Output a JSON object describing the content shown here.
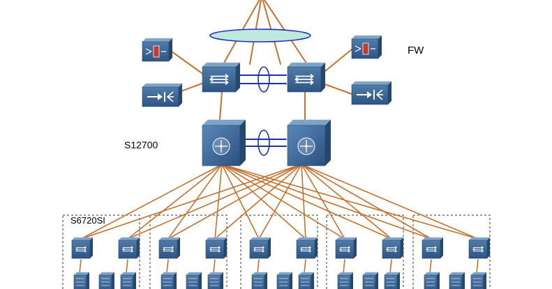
{
  "labels": {
    "firewall": "FW",
    "core": "S12700",
    "access": "S6720SI"
  },
  "colors": {
    "uplink": "#c8702a",
    "stack_link": "#1f2fb5",
    "bundle_fill": "#bfe8df",
    "device_front": "#3d6a9a",
    "device_top": "#7ea3c8",
    "device_side": "#27486d",
    "firewall_red": "#c23b2a"
  },
  "icons": {
    "aggregation_switch": "switch-arrows-icon",
    "core_switch": "core-router-icon",
    "firewall": "firewall-icon",
    "load_balancer": "load-balancer-icon",
    "access_switch": "access-switch-icon",
    "server": "server-icon"
  },
  "counts": {
    "access_groups": 5,
    "access_switches_per_group": 2,
    "servers_per_group": 3
  }
}
